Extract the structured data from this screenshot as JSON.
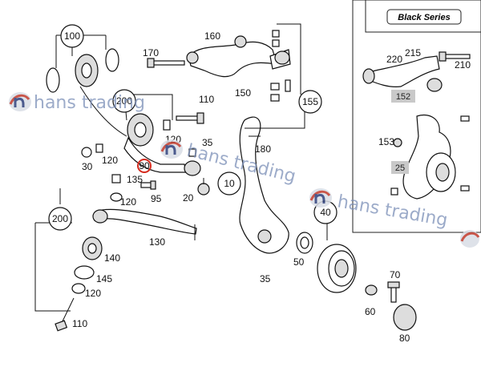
{
  "inset": {
    "title": "Black Series",
    "grey_labels": [
      "152",
      "25"
    ]
  },
  "watermark": "hans trading",
  "callouts_circled": [
    "100",
    "200",
    "155",
    "10",
    "40",
    "200"
  ],
  "highlighted_callout": "90",
  "labels": [
    "160",
    "170",
    "150",
    "110",
    "120",
    "30",
    "120",
    "35",
    "180",
    "135",
    "120",
    "95",
    "20",
    "130",
    "140",
    "145",
    "120",
    "110",
    "50",
    "35",
    "70",
    "60",
    "80",
    "220",
    "215",
    "210",
    "153"
  ]
}
